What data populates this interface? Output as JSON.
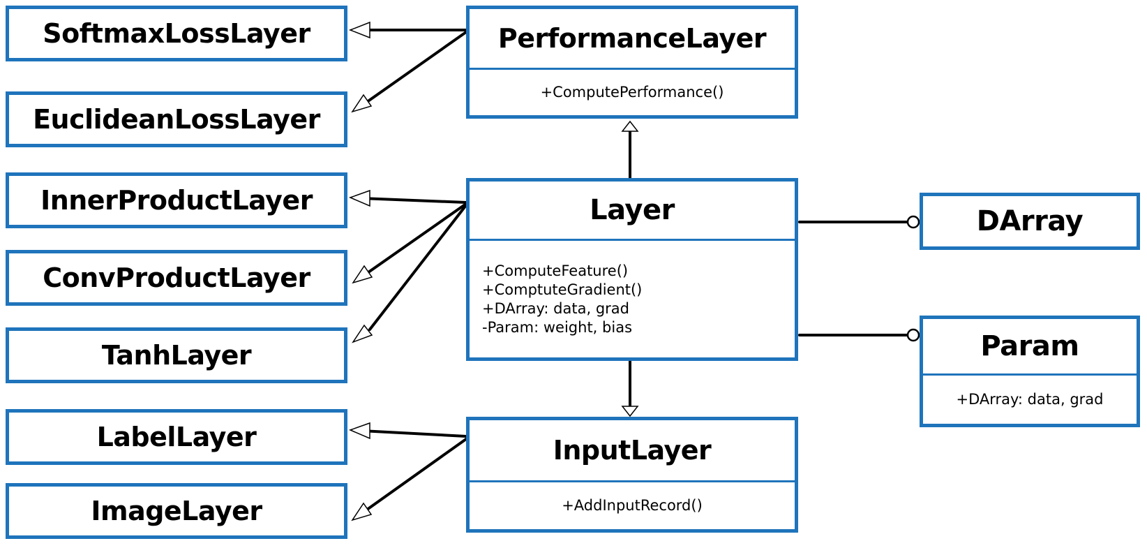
{
  "colors": {
    "box_border": "#1f74bb",
    "line": "#000000"
  },
  "classes": {
    "softmax": {
      "name": "SoftmaxLossLayer"
    },
    "euclidean": {
      "name": "EuclideanLossLayer"
    },
    "inner": {
      "name": "InnerProductLayer"
    },
    "conv": {
      "name": "ConvProductLayer"
    },
    "tanh": {
      "name": "TanhLayer"
    },
    "label": {
      "name": "LabelLayer"
    },
    "image": {
      "name": "ImageLayer"
    },
    "performance": {
      "name": "PerformanceLayer",
      "members": [
        "+ComputePerformance()"
      ]
    },
    "layer": {
      "name": "Layer",
      "members": [
        "+ComputeFeature()",
        "+ComptuteGradient()",
        "+DArray: data, grad",
        "-Param: weight, bias"
      ]
    },
    "input": {
      "name": "InputLayer",
      "members": [
        "+AddInputRecord()"
      ]
    },
    "darray": {
      "name": "DArray"
    },
    "param": {
      "name": "Param",
      "members": [
        "+DArray: data, grad"
      ]
    }
  }
}
